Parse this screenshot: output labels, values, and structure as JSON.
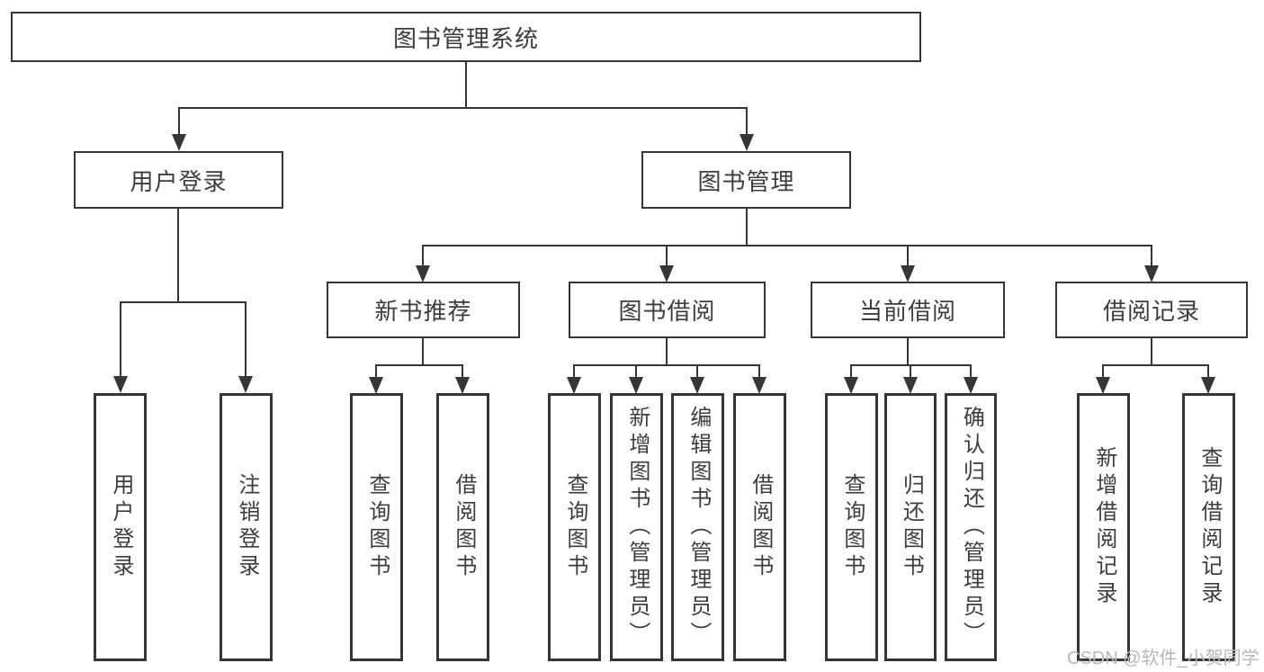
{
  "nodes": {
    "root": "图书管理系统",
    "level2": {
      "user_login": "用户登录",
      "book_mgmt": "图书管理"
    },
    "level3": {
      "new_books": "新书推荐",
      "book_borrow": "图书借阅",
      "current_borrow": "当前借阅",
      "borrow_records": "借阅记录"
    },
    "leaves": {
      "user_login": [
        "用户登录",
        "注销登录"
      ],
      "new_books": [
        "查询图书",
        "借阅图书"
      ],
      "book_borrow": [
        "查询图书",
        "新增图书（管理员）",
        "编辑图书（管理员）",
        "借阅图书"
      ],
      "current_borrow": [
        "查询图书",
        "归还图书",
        "确认归还（管理员）"
      ],
      "borrow_records": [
        "新增借阅记录",
        "查询借阅记录"
      ]
    }
  },
  "watermark": "CSDN @软件_小贺同学",
  "colors": {
    "line": "#363636",
    "text": "#3d3d3d",
    "background": "#ffffff",
    "watermark": "#b5b9bc"
  }
}
